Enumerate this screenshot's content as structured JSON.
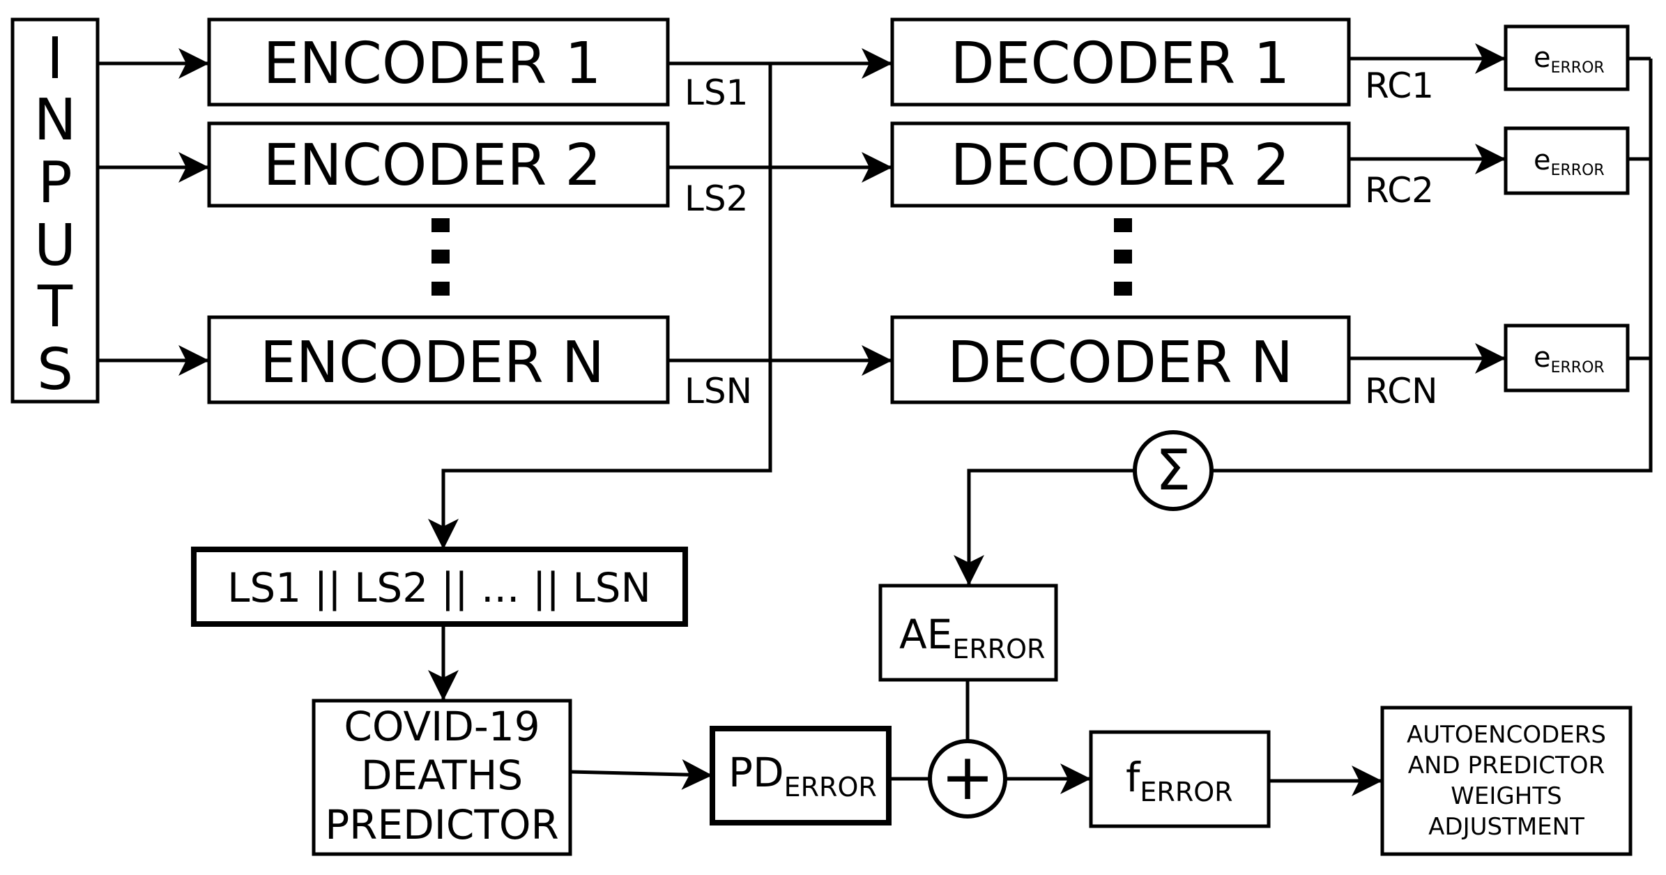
{
  "inputs": {
    "letters": [
      "I",
      "N",
      "P",
      "U",
      "T",
      "S"
    ]
  },
  "encoders": [
    "ENCODER 1",
    "ENCODER 2",
    "ENCODER N"
  ],
  "decoders": [
    "DECODER 1",
    "DECODER 2",
    "DECODER N"
  ],
  "latent_labels": [
    "LS1",
    "LS2",
    "LSN"
  ],
  "reconstruction_labels": [
    "RC1",
    "RC2",
    "RCN"
  ],
  "error_blocks": [
    {
      "base": "e",
      "sub": "ERROR"
    },
    {
      "base": "e",
      "sub": "ERROR"
    },
    {
      "base": "e",
      "sub": "ERROR"
    }
  ],
  "sum_symbol": "Σ",
  "plus_symbol": "+",
  "concat_label": "LS1 || LS2 || ... || LSN",
  "predictor_lines": [
    "COVID-19",
    "DEATHS",
    "PREDICTOR"
  ],
  "ae_error": {
    "base": "AE",
    "sub": "ERROR"
  },
  "pd_error": {
    "base": "PD",
    "sub": "ERROR"
  },
  "f_error": {
    "base": "f",
    "sub": "ERROR"
  },
  "adjustment_lines": [
    "AUTOENCODERS",
    "AND PREDICTOR",
    "WEIGHTS",
    "ADJUSTMENT"
  ]
}
